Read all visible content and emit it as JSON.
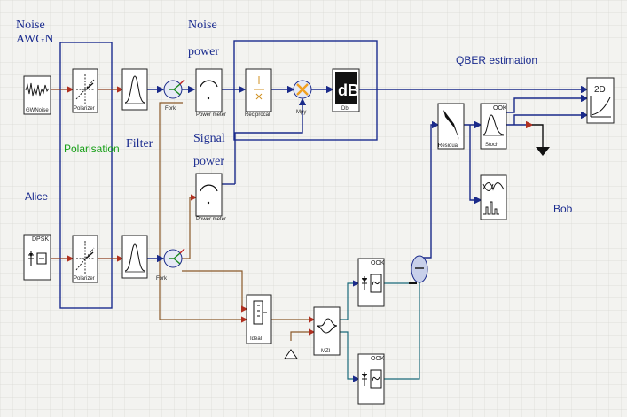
{
  "labels": {
    "noise_awgn_1": "Noise",
    "noise_awgn_2": "AWGN",
    "noise_power_1": "Noise",
    "noise_power_2": "power",
    "signal_power_1": "Signal",
    "signal_power_2": "power",
    "polarisation": "Polarisation",
    "filter": "Filter",
    "alice": "Alice",
    "bob": "Bob",
    "qber": "QBER estimation"
  },
  "blocks": {
    "gwnoise": "GWNoise",
    "polarizer_top": "Polarizer",
    "polarizer_bottom": "Polarizer",
    "fork_top": "Fork",
    "fork_bottom": "Fork",
    "power_meter_noise": "Power meter",
    "power_meter_signal": "Power meter",
    "reciprocal": "Reciprocal",
    "mpy": "Mpy",
    "db": "dB",
    "db_caption": "Db",
    "residual": "Residual",
    "stoch": "Stoch",
    "dpsk": "DPSK",
    "ideal": "Ideal",
    "mzi": "MZI",
    "ook_top": "OOK",
    "ook_bottom": "OOK",
    "ook_stoch": "OOK",
    "plot_2d": "2D"
  },
  "colors": {
    "wire_blue": "#1a2a8a",
    "wire_red": "#8a3a1a",
    "label_blue": "#1b2c8f",
    "label_green": "#18a018",
    "mpy_orange": "#f0a020"
  }
}
